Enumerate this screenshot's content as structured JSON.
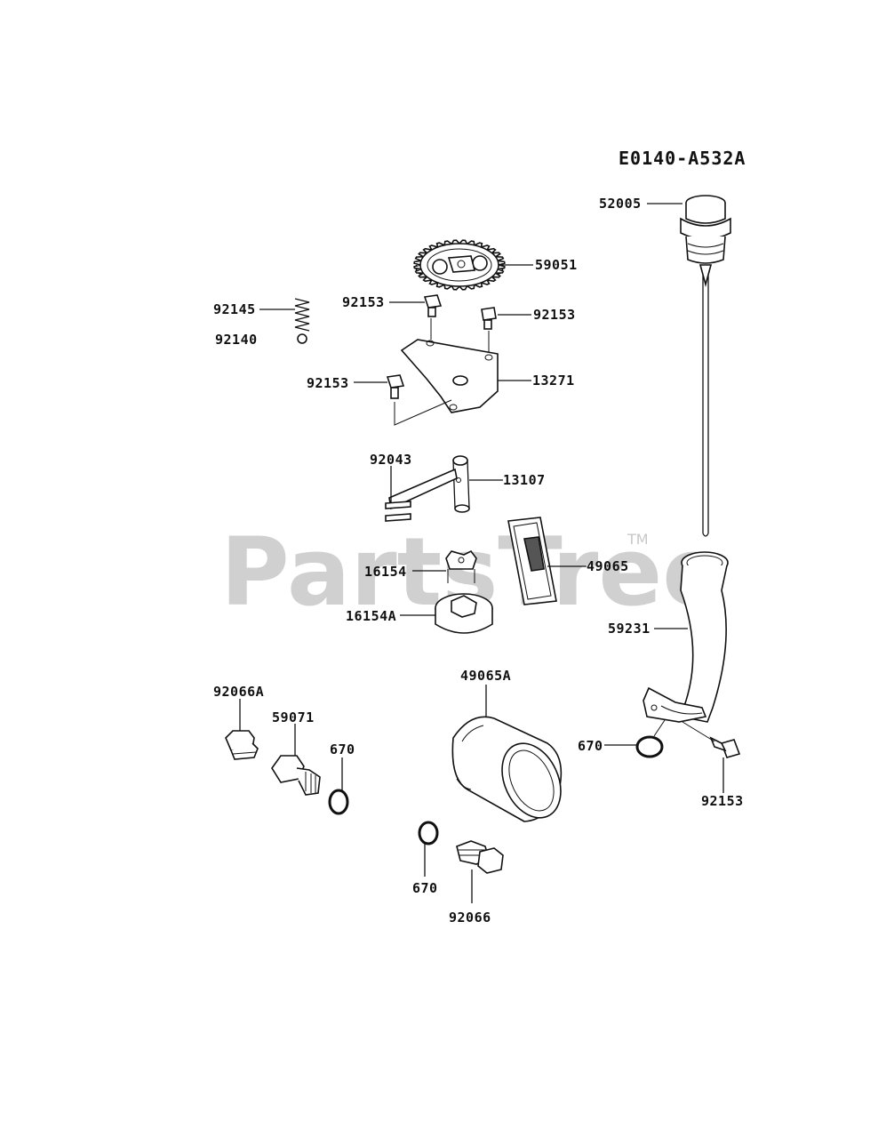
{
  "diagram_code": "E0140-A532A",
  "watermark": "PartsTree",
  "trademark": "TM",
  "labels": {
    "p52005": "52005",
    "p59051": "59051",
    "p92145": "92145",
    "p92140": "92140",
    "p92153_a": "92153",
    "p92153_b": "92153",
    "p92153_c": "92153",
    "p92153_d": "92153",
    "p13271": "13271",
    "p92043": "92043",
    "p13107": "13107",
    "p16154": "16154",
    "p49065": "49065",
    "p16154A": "16154A",
    "p59231": "59231",
    "p92066A": "92066A",
    "p59071": "59071",
    "p670_a": "670",
    "p49065A": "49065A",
    "p670_b": "670",
    "p670_c": "670",
    "p92066": "92066"
  }
}
